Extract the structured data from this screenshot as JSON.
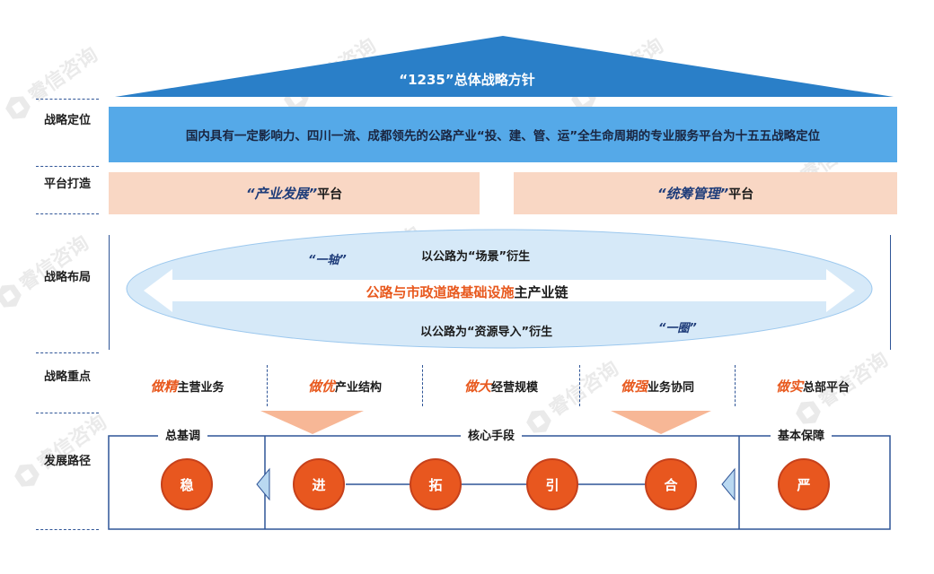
{
  "watermark": "睿信咨询",
  "roof": {
    "title": "“1235”总体战略方针"
  },
  "rows": {
    "positioning": "战略定位",
    "platform": "平台打造",
    "layout": "战略布局",
    "focus": "战略重点",
    "path": "发展路径"
  },
  "positioning_text": "国内具有一定影响力、四川一流、成都领先的公路产业“投、建、管、运”全生命周期的专业服务平台为十五五战略定位",
  "platforms": [
    {
      "quote": "“产业发展”",
      "suffix": "平台"
    },
    {
      "quote": "“统筹管理”",
      "suffix": "平台"
    }
  ],
  "layout": {
    "axis": "“一轴”",
    "scene": "以公路为“场景”衍生",
    "core_highlight": "公路与市政道路基础设施",
    "core_suffix": "主产业链",
    "source": "以公路为“资源导入”衍生",
    "circle": "“一圈”"
  },
  "focus_items": [
    {
      "highlight": "做精",
      "text": "主营业务"
    },
    {
      "highlight": "做优",
      "text": "产业结构"
    },
    {
      "highlight": "做大",
      "text": "经营规模"
    },
    {
      "highlight": "做强",
      "text": "业务协同"
    },
    {
      "highlight": "做实",
      "text": "总部平台"
    }
  ],
  "path": {
    "groups": [
      "总基调",
      "核心手段",
      "基本保障"
    ],
    "circles": [
      "稳",
      "进",
      "拓",
      "引",
      "合",
      "严"
    ]
  },
  "colors": {
    "roof": "#2a7fc8",
    "positioning_bar": "#55a9e8",
    "platform_fill": "#f9d7c4",
    "ellipse": "#d6e9f8",
    "highlight": "#e8591e",
    "circle": "#e8571f",
    "frame": "#2f5597"
  }
}
